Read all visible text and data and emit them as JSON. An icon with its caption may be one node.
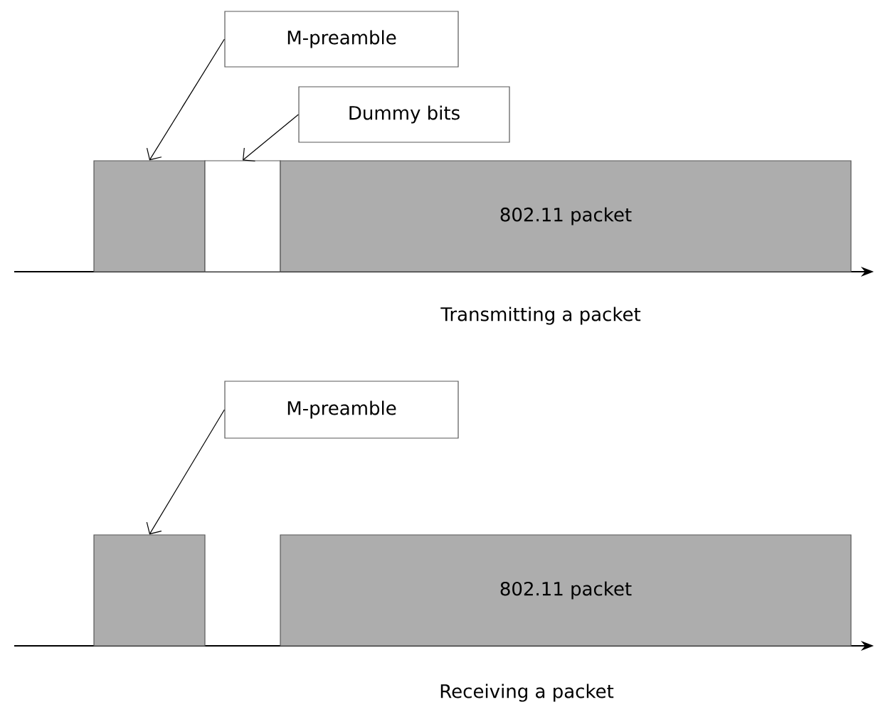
{
  "diagram": {
    "nodes": [
      {
        "text": [
          "M-preamble"
        ]
      },
      {
        "text": [
          "Dummy bits"
        ]
      },
      {
        "text": [],
        "shape": "box"
      },
      {
        "text": [],
        "shape": "box"
      },
      {
        "text": [
          "802.11 packet"
        ]
      },
      {
        "text": [
          "M-preamble"
        ]
      },
      {
        "text": [],
        "shape": "box"
      },
      {
        "text": [
          "802.11 packet"
        ]
      }
    ],
    "edges": [
      {
        "from": 0,
        "to": 2,
        "arrow": "to"
      },
      {
        "from": 1,
        "to": 3,
        "arrow": "to"
      },
      {
        "from": 5,
        "to": 6,
        "arrow": "to"
      }
    ],
    "labels": [
      "Transmitting a packet",
      "Receiving a packet"
    ]
  }
}
